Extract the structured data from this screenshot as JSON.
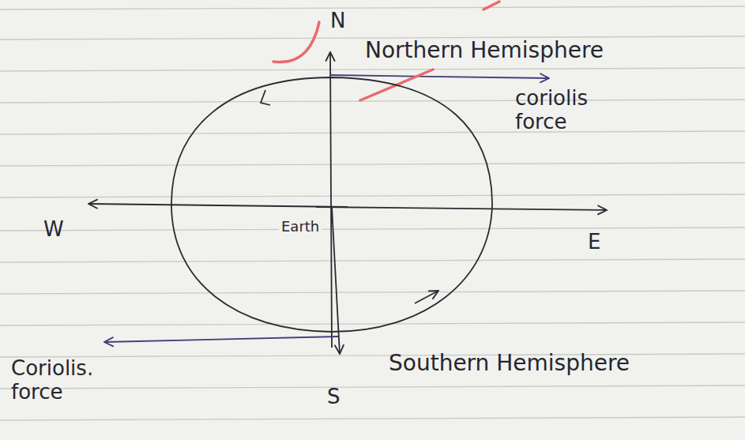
{
  "diagram": {
    "nodes": [
      {
        "text": [
          "Earth"
        ]
      }
    ],
    "labels": [
      "N",
      "Northern Hemisphere",
      "coriolis force",
      "W",
      "E",
      "S",
      "Southern Hemisphere",
      "Coriolis. force"
    ]
  }
}
